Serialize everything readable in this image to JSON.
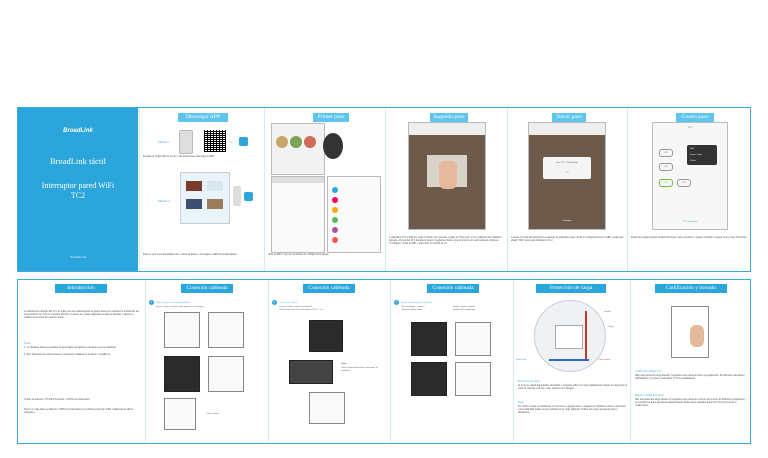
{
  "cover": {
    "logo": "BroadLink",
    "title": "BroadLink táctil",
    "subtitle_1": "Interruptor pared WiFi",
    "subtitle_2": "TC2",
    "footer": "ibroadlink.com"
  },
  "top_tabs": {
    "download": "Descargar APP",
    "first": "Primer paso",
    "second": "Segundo paso",
    "third": "Tercer paso",
    "fourth": "Cuarto paso"
  },
  "download": {
    "method1": "Método 1",
    "method2": "Método 2",
    "or": "o",
    "text1": "Escanee el código QR de la caja o del manual para descargar la APP",
    "text2": "Entre la web www.ibroadlink.com o desde su tienda y descargue la APP en su smartphone."
  },
  "first": {
    "text": "Abre la APP y vaya en la pantalla de configuración ajustes"
  },
  "second": {
    "text": "Compruebe TC2 y RM pro tenga el mismo de 2 paredes y pulse el \"Next step\" en la configuración. Mientras pulsado el botón del TC2 durante al menos 5 segundos hasta el que el botón color azul parpadee. Pulse en \"Configure\" desde la APP y seleccione la versión de TC."
  },
  "third": {
    "dialog_title": "Save TC2 Controlling?",
    "dialog_ok": "OK",
    "button": "Configure",
    "text": "Cuando el botón del interruptor se detenga de parpadear opere desde la configuración en la APP y pulse para añadir \"OK\" para poder manejar el TC2."
  },
  "fourth": {
    "header": "TC2",
    "on": "ON",
    "off": "OFF",
    "menu": [
      "Edit",
      "Learn / Sync",
      "Delete"
    ],
    "caption": "TC2 controlado",
    "text": "Desde una página puedes realizar funciones como encender o apagar, encender o apagar todo y otras funciones."
  },
  "bottom_tabs": {
    "intro": "Introducción",
    "wired1": "Conexión cableada",
    "wired2": "Conexión cableada",
    "wired3": "Conexión cableada",
    "protection": "Protección de carga",
    "codes": "Codificación y borrado"
  },
  "intro": {
    "text": "La instalación cableada del TC2 es igual que otros interruptores de pared. Antes de comenzar la instalación lea la precaución de cortar la corriente eléctrica. Conecte los cables siguiendo las marcas internas y ajuste los tornillos para evitar un contacto suelto.",
    "notes_title": "Notas:",
    "note1": "1. La distancia entre dos mandos de pared debe ser superior a un metro para no interferir.",
    "note2": "2. Para funcionar de control remoto es necesario combinar el producto con RM pro.",
    "voltage": "Voltaje de entrada: 170-240V Potencia: 5-200W por interruptor",
    "warning": "Nota: La carga debe ser inferior a 200W por interruptor si se utiliza tecnología LED o lámparas de ahorro energético."
  },
  "wired1": {
    "title": "Quite el panel con un destornillador",
    "sub": "Separe la parte frontal como aparece en la imagen",
    "label": "Abra el panel"
  },
  "wired2": {
    "title": "Conecte los cables",
    "line1": "Conecte cable neutral al terminal L",
    "line2": "Cable neutral de la luz al terminal L1,L1... etc",
    "note_title": "Nota:",
    "note": "Cable alimentación debe conectarse al terminal L"
  },
  "wired3": {
    "title": "Instale el interruptor en la pared",
    "line1": "Fije interruptor en pared",
    "line2": "Instale el panel frontal",
    "line3": "Atornille ambos lados",
    "line4": "Instalación completada"
  },
  "protection": {
    "label_fuse": "Fusible",
    "label_load": "Carga",
    "label_live": "Cable vivo",
    "label_neutral": "Cable neutro",
    "title1": "Protección por carga",
    "text1": "Si la luz se queda ligeramente encendida o parpadea utilice la carga suministrada. Instale la carga entre el cable de entrada y retorno como aparece en la imagen.",
    "title2": "Nota:",
    "text2": "No cubrir ni tapar la instalación. Si las luces se apagan retire y después de 5 minutos vuelva a funcionar con normalidad puede ser un problema de la carga utilizada. Utilice una carga apropiada para la instalación."
  },
  "codes": {
    "title1": "Codificación remota TC2",
    "text1": "Haga una pulsación larga durante 5 segundos para entrar en modo programación. El indicador parpadeará rápidamente y los leves controlados al TC2 se iluminarán.",
    "title2": "Borrado configuración TC2",
    "text2": "Haz una pulsación larga durante 10 segundos para entrar en el modo de borrado. El indicador parpadeará y se borrarán los datos guardados anteriormente. Pulsa sobre cualquier botón del TC2 para borrar la codificación."
  }
}
